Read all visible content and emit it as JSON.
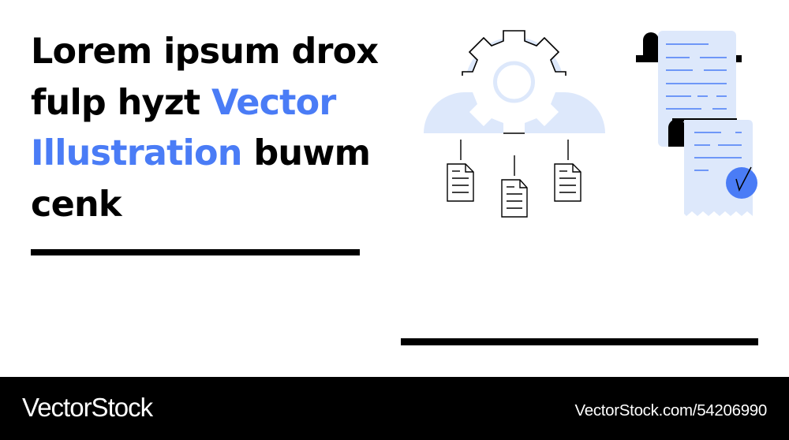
{
  "headline": {
    "part1": "Lorem ipsum drox fulp hyzt ",
    "accent": "Vector Illustration",
    "part2": " buwm cenk"
  },
  "colors": {
    "accent": "#4a7cf6",
    "light_blue": "#dde8fb",
    "text": "#000000",
    "background": "#ffffff",
    "footer_bg": "#000000"
  },
  "illustration": {
    "icons": [
      "cloud-icon",
      "gear-icon",
      "document-icon",
      "document-icon",
      "document-icon",
      "scroll-icon",
      "receipt-icon",
      "checkmark-badge-icon"
    ]
  },
  "footer": {
    "brand": "VectorStock",
    "reference": "VectorStock.com/54206990"
  }
}
